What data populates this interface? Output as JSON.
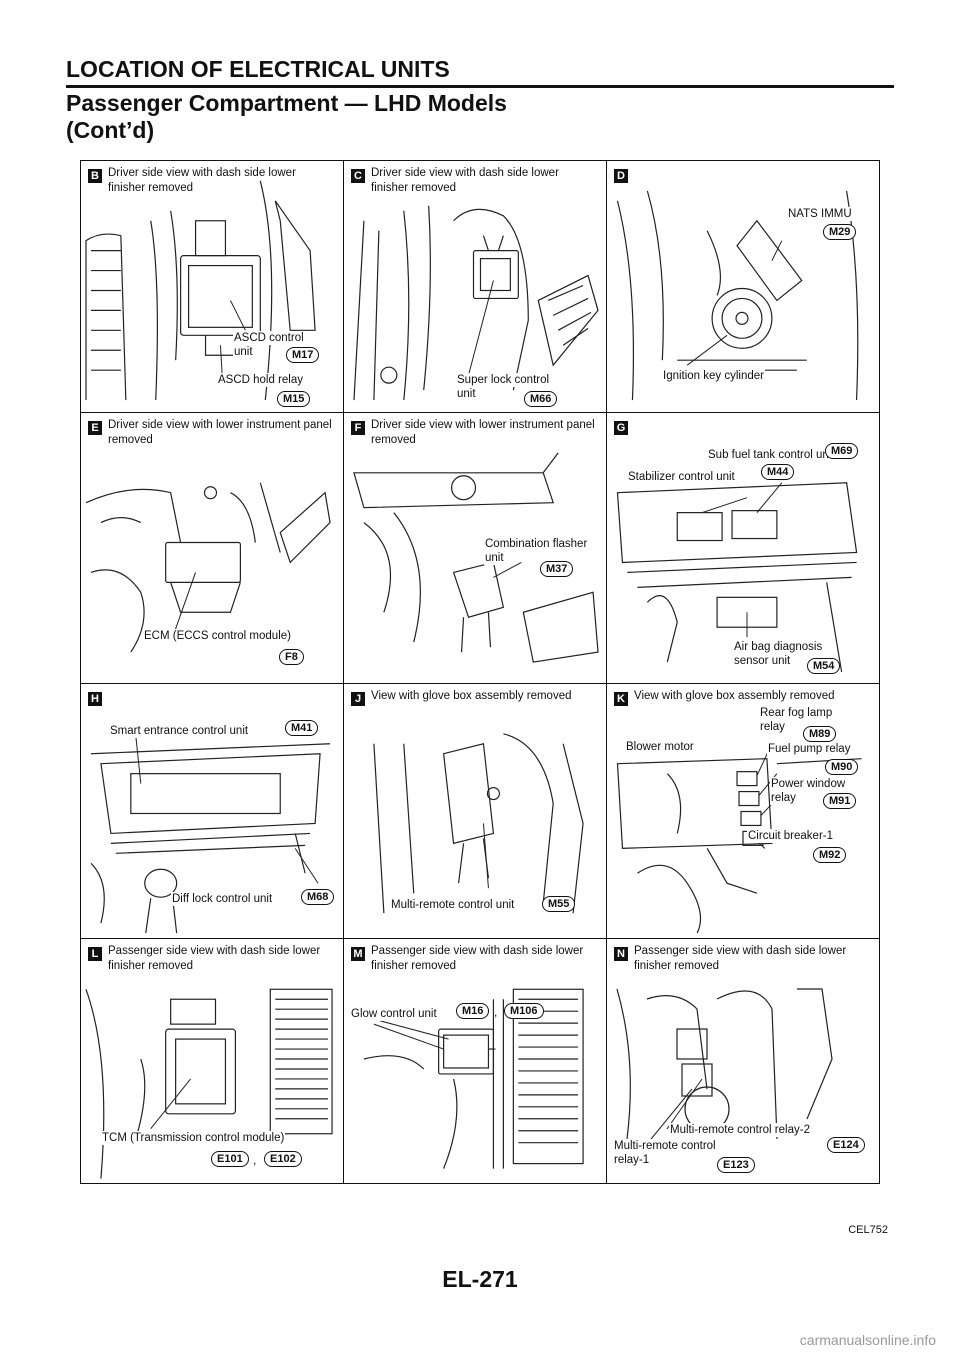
{
  "header": {
    "title": "LOCATION OF ELECTRICAL UNITS",
    "subtitle_line1": "Passenger Compartment — LHD Models",
    "subtitle_line2": "(Cont’d)"
  },
  "panels": [
    {
      "letter": "B",
      "caption": "Driver side view with dash side lower finisher removed",
      "labels": [
        "ASCD control",
        "unit",
        "ASCD hold relay"
      ],
      "codes": [
        "M17",
        "M15"
      ]
    },
    {
      "letter": "C",
      "caption": "Driver side view with dash side lower finisher removed",
      "labels": [
        "Super lock control",
        "unit"
      ],
      "codes": [
        "M66"
      ]
    },
    {
      "letter": "D",
      "caption": "",
      "labels": [
        "NATS IMMU",
        "Ignition key cylinder"
      ],
      "codes": [
        "M29"
      ]
    },
    {
      "letter": "E",
      "caption": "Driver side view with lower instrument panel removed",
      "labels": [
        "ECM (ECCS control module)"
      ],
      "codes": [
        "F8"
      ]
    },
    {
      "letter": "F",
      "caption": "Driver side view with lower instrument panel removed",
      "labels": [
        "Combination flasher",
        "unit"
      ],
      "codes": [
        "M37"
      ]
    },
    {
      "letter": "G",
      "caption": "",
      "labels": [
        "Sub fuel tank control unit",
        "Stabilizer control unit",
        "Air bag diagnosis",
        "sensor unit"
      ],
      "codes": [
        "M69",
        "M44",
        "M54"
      ]
    },
    {
      "letter": "H",
      "caption": "",
      "labels": [
        "Smart entrance control unit",
        "Diff lock control unit"
      ],
      "codes": [
        "M41",
        "M68"
      ]
    },
    {
      "letter": "J",
      "caption": "View with glove box assembly removed",
      "labels": [
        "Multi-remote control unit"
      ],
      "codes": [
        "M55"
      ]
    },
    {
      "letter": "K",
      "caption": "View with glove box assembly removed",
      "labels": [
        "Rear fog lamp",
        "relay",
        "Blower motor",
        "Fuel pump relay",
        "Power window",
        "relay",
        "Circuit breaker-1"
      ],
      "codes": [
        "M89",
        "M90",
        "M91",
        "M92"
      ]
    },
    {
      "letter": "L",
      "caption": "Passenger side view with dash side lower finisher removed",
      "labels": [
        "TCM (Transmission control module)"
      ],
      "codes": [
        "E101",
        "E102"
      ],
      "separator": ","
    },
    {
      "letter": "M",
      "caption": "Passenger side view with dash side lower finisher removed",
      "labels": [
        "Glow control unit"
      ],
      "codes": [
        "M16",
        "M106"
      ],
      "separator": ","
    },
    {
      "letter": "N",
      "caption": "Passenger side view with dash side lower finisher removed",
      "labels": [
        "Multi-remote control relay-2",
        "Multi-remote control",
        "relay-1"
      ],
      "codes": [
        "E124",
        "E123"
      ]
    }
  ],
  "figure_id": "CEL752",
  "page_number": "EL-271",
  "watermark": "carmanualsonline.info"
}
